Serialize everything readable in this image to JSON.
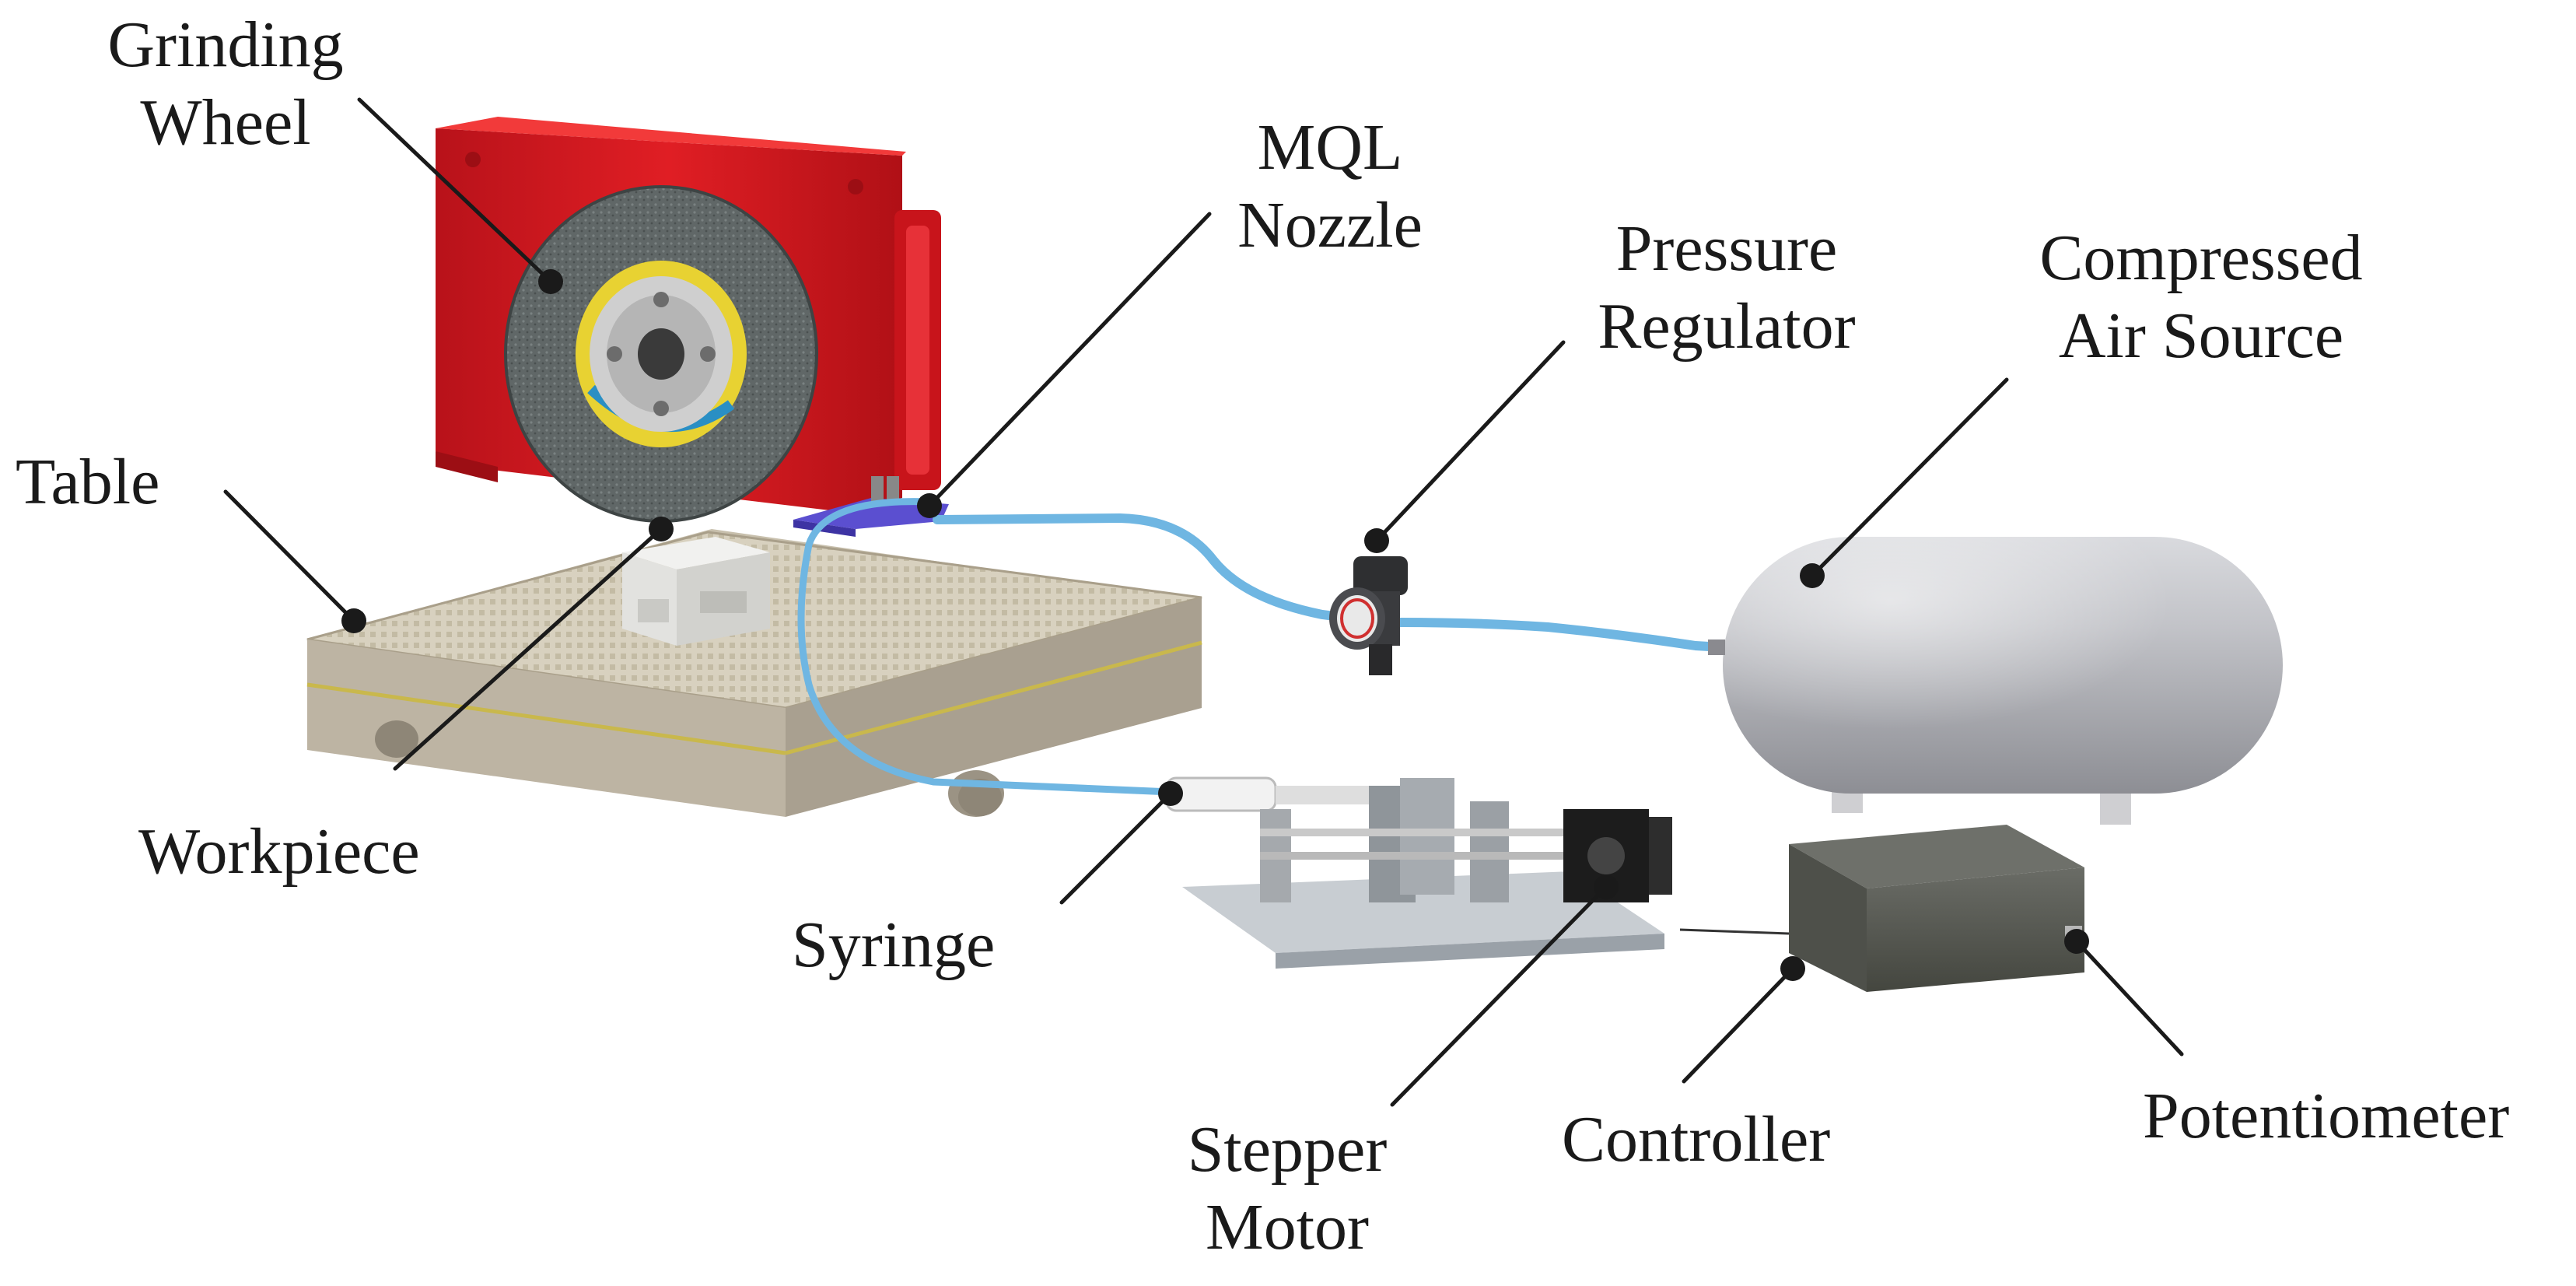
{
  "labels": {
    "grinding_wheel": [
      "Grinding",
      "Wheel"
    ],
    "mql_nozzle": [
      "MQL",
      "Nozzle"
    ],
    "pressure_regulator": [
      "Pressure",
      "Regulator"
    ],
    "compressed_air_source": [
      "Compressed",
      "Air Source"
    ],
    "table": "Table",
    "workpiece": "Workpiece",
    "syringe": "Syringe",
    "stepper_motor": [
      "Stepper",
      "Motor"
    ],
    "controller": "Controller",
    "potentiometer": "Potentiometer"
  },
  "colors": {
    "guard_red": "#d8171d",
    "wheel_grey": "#5e6464",
    "hose_blue": "#6fb6e2",
    "tank_silver": "#b4b5bb",
    "table_beige": "#cfc6b6",
    "controller_dark": "#555752",
    "leader_line": "#1a1a1a"
  }
}
